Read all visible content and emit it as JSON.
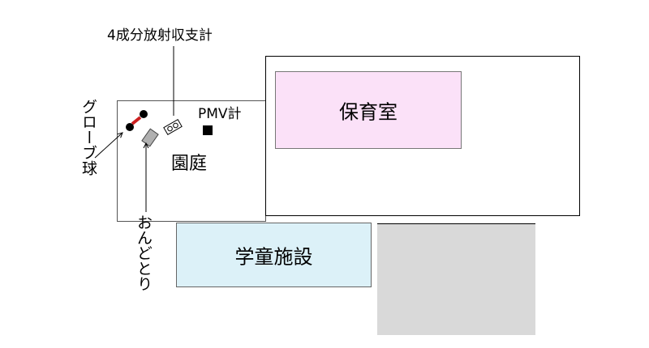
{
  "rooms": {
    "nursery": {
      "label": "保育室",
      "fill": "#fbe1f8"
    },
    "afterschool": {
      "label": "学童施設",
      "fill": "#dcf1f8"
    },
    "gray_block": {
      "fill": "#d9d9d9"
    }
  },
  "labels": {
    "garden": "園庭",
    "radiometer": "4成分放射収支計",
    "pmv": "PMV計",
    "globe": "グローブ球",
    "ondotori": "おんどとり"
  },
  "colors": {
    "outline": "#000000",
    "globe_red": "#cc1f1f",
    "sensor_gray": "#b0b0b0"
  }
}
